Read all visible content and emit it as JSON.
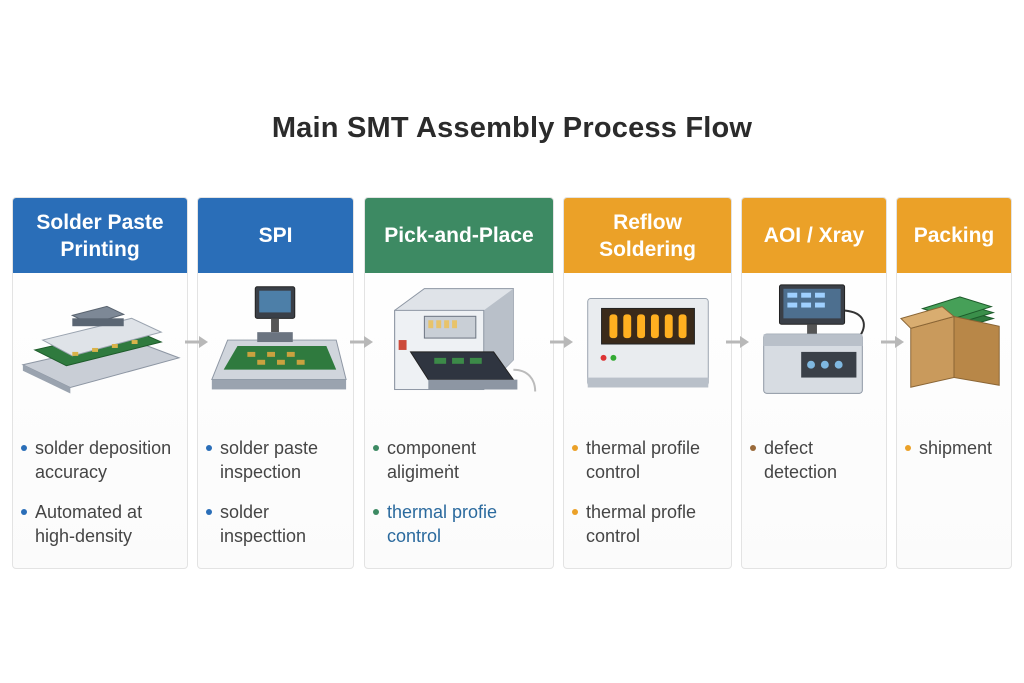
{
  "title": "Main SMT Assembly Process Flow",
  "colors": {
    "blue": "#2a6eb8",
    "green": "#3d8a63",
    "orange": "#eba128",
    "arrow": "#b8b8b8"
  },
  "stages": [
    {
      "label": "Solder Paste\nPrinting",
      "color": "#2a6eb8",
      "icon": "stencil-printer-icon",
      "bullets": [
        {
          "text": "solder deposition\naccuracy",
          "dot": "#2a6eb8"
        },
        {
          "text": "Automated  at\nhigh-density",
          "dot": "#2a6eb8"
        }
      ]
    },
    {
      "label": "SPI",
      "color": "#2a6eb8",
      "icon": "spi-inspection-machine-icon",
      "bullets": [
        {
          "text": "solder paste\ninspection",
          "dot": "#2a6eb8"
        },
        {
          "text": "solder\ninspecttion",
          "dot": "#2a6eb8"
        }
      ]
    },
    {
      "label": "Pick-and-Place",
      "color": "#3d8a63",
      "icon": "pick-and-place-machine-icon",
      "bullets": [
        {
          "text": "component\naligimeṅt",
          "dot": "#3d8a63"
        },
        {
          "text": "thermal profie\ncontrol",
          "dot": "#3d8a63"
        }
      ]
    },
    {
      "label": "Reflow\nSoldering",
      "color": "#eba128",
      "icon": "reflow-oven-icon",
      "bullets": [
        {
          "text": "thermal profile\ncontrol",
          "dot": "#eba128"
        },
        {
          "text": "thermal profle\ncontrol",
          "dot": "#eba128"
        }
      ]
    },
    {
      "label": "AOI  /  Xray",
      "color": "#eba128",
      "icon": "aoi-xray-machine-icon",
      "bullets": [
        {
          "text": "defect\ndetection",
          "dot": "#9a6a3a"
        }
      ]
    },
    {
      "label": "Packing",
      "color": "#eba128",
      "icon": "packing-box-icon",
      "bullets": [
        {
          "text": "shipment",
          "dot": "#eba128"
        }
      ]
    }
  ]
}
